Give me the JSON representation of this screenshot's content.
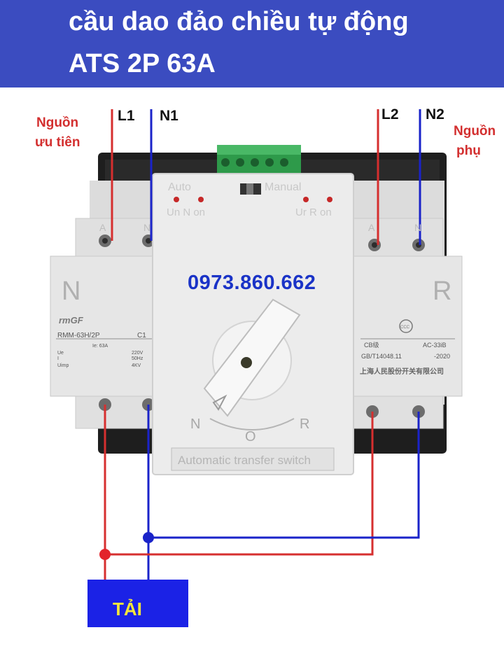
{
  "banner": {
    "title_line1": "cầu dao đảo chiều tự động",
    "title_line2": "ATS 2P 63A"
  },
  "sources": {
    "priority_label_line1": "Nguồn",
    "priority_label_line2": "ưu tiên",
    "backup_label_line1": "Nguồn",
    "backup_label_line2": "phụ",
    "l1": "L1",
    "n1": "N1",
    "l2": "L2",
    "n2": "N2"
  },
  "device": {
    "phone": "0973.860.662",
    "left_side_letter": "N",
    "right_side_letter": "R",
    "auto_label": "Auto",
    "manual_label": "Manual",
    "left_indicators": "Un  N on",
    "right_indicators": "Ur  R on",
    "brand": "rmGF",
    "model": "RMM-63H/2P",
    "model_code": "C1",
    "rating_ie": "Ie: 63A",
    "spec_labels": [
      "Ue",
      "I",
      "Uimp"
    ],
    "spec_values": [
      "220V",
      "50Hz",
      "4KV"
    ],
    "cert_mark": "CCC",
    "standard_left": "CB级",
    "standard_code": "GB/T14048.11",
    "category": "AC-33iB",
    "year": "-2020",
    "manufacturer": "上海人民股份开关有限公司",
    "terminal_labels": [
      "A",
      "N",
      "A",
      "N"
    ],
    "dial_n": "N",
    "dial_o": "O",
    "dial_r": "R",
    "bottom_label": "Automatic transfer switch"
  },
  "load": {
    "label": "TẢI"
  },
  "colors": {
    "banner": "#3b4cc0",
    "live_wire": "#d62f2f",
    "neutral_wire": "#1a23c9",
    "load_box": "#1b22e6",
    "load_text": "#f6e63a"
  }
}
